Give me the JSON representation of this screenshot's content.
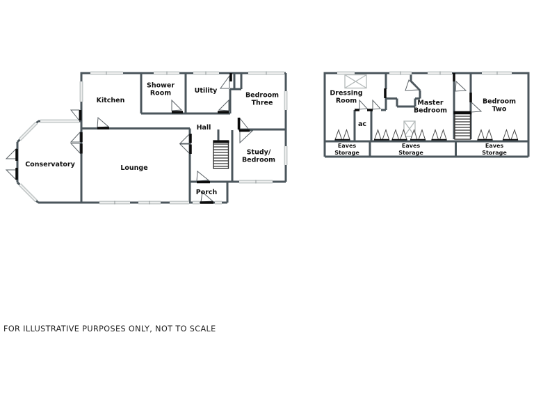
{
  "caption": "FOR ILLUSTRATIVE PURPOSES ONLY, NOT TO SCALE",
  "ground_floor": {
    "kitchen": "Kitchen",
    "shower_room_line1": "Shower",
    "shower_room_line2": "Room",
    "utility": "Utility",
    "bedroom_three_line1": "Bedroom",
    "bedroom_three_line2": "Three",
    "hall": "Hall",
    "conservatory": "Conservatory",
    "lounge": "Lounge",
    "study_bedroom_line1": "Study/",
    "study_bedroom_line2": "Bedroom",
    "porch": "Porch"
  },
  "first_floor": {
    "dressing_room_line1": "Dressing",
    "dressing_room_line2": "Room",
    "ac_unit": "ac",
    "master_bedroom_line1": "Master",
    "master_bedroom_line2": "Bedroom",
    "bedroom_two_line1": "Bedroom",
    "bedroom_two_line2": "Two",
    "eaves_storage_line1": "Eaves",
    "eaves_storage_line2": "Storage"
  },
  "colors": {
    "wall": "#4b565c",
    "window": "#c6cbcb",
    "door": "#0b0b0b",
    "text": "#111111"
  }
}
